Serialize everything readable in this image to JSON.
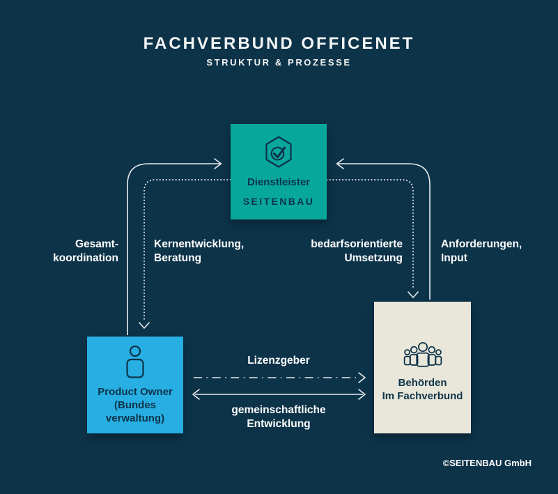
{
  "header": {
    "title": "FACHVERBUND OFFICENET",
    "subtitle": "STRUKTUR & PROZESSE"
  },
  "nodes": {
    "dienstleister": {
      "label": "Dienstleister",
      "org": "SEITENBAU",
      "icon": "hexagon-check-icon",
      "color": "#07a79c"
    },
    "product_owner": {
      "lines": [
        "Product Owner",
        "(Bundes",
        "verwaltung)"
      ],
      "icon": "person-icon",
      "color": "#27aee3"
    },
    "behoerden": {
      "lines": [
        "Behörden",
        "Im Fachverbund"
      ],
      "icon": "group-icon",
      "color": "#e9e6da"
    }
  },
  "edges": {
    "gesamtkoordination": {
      "lines": [
        "Gesamt-",
        "koordination"
      ],
      "style": "solid",
      "from": "product_owner",
      "to": "dienstleister"
    },
    "kernentwicklung": {
      "lines": [
        "Kernentwicklung,",
        "Beratung"
      ],
      "style": "dotted",
      "from": "dienstleister",
      "to": "product_owner"
    },
    "bedarfsorientierte_umsetzung": {
      "lines": [
        "bedarfsorientierte",
        "Umsetzung"
      ],
      "style": "dotted",
      "from": "dienstleister",
      "to": "behoerden"
    },
    "anforderungen": {
      "lines": [
        "Anforderungen,",
        "Input"
      ],
      "style": "solid",
      "from": "behoerden",
      "to": "dienstleister"
    },
    "lizenzgeber": {
      "lines": [
        "Lizenzgeber"
      ],
      "style": "dash-dot",
      "from": "product_owner",
      "to": "behoerden"
    },
    "gemeinschaftliche_entwicklung": {
      "lines": [
        "gemeinschaftliche",
        "Entwicklung"
      ],
      "style": "solid-double-headed",
      "from": "product_owner",
      "to": "behoerden"
    }
  },
  "footer": {
    "copyright": "©SEITENBAU GmbH"
  },
  "colors": {
    "background": "#0d3349",
    "text_light": "#f2f5f4",
    "text_dark": "#0d3449",
    "line": "#e9eef0",
    "node_teal": "#07a79c",
    "node_blue": "#27aee3",
    "node_beige": "#e9e6da"
  }
}
